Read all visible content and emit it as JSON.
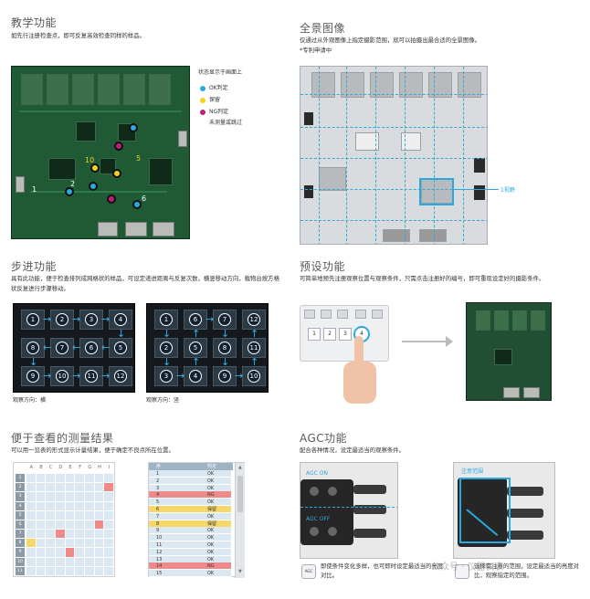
{
  "teaching": {
    "title": "教学功能",
    "desc": "如先行注册检查点，即可反复高效检查同样的样品。",
    "legend_title": "状态显示于画面上",
    "legend": [
      {
        "label": "OK判定",
        "color": "#2aa9e0"
      },
      {
        "label": "保留",
        "color": "#f5d21a"
      },
      {
        "label": "NG判定",
        "color": "#c21d7a"
      },
      {
        "label": "未测量或跳过",
        "color": ""
      }
    ],
    "markers": [
      "10",
      "5",
      "6",
      "2",
      "1"
    ]
  },
  "panorama": {
    "title": "全景图像",
    "desc1": "仅通过从外观图像上指定摄影范围，就可以拍摄出最合适的全景图像。",
    "desc2": "*专利申请中",
    "view_label": "1视野"
  },
  "step": {
    "title": "步进功能",
    "desc": "具有此功能，便于检查排列成网格状的样品，可设定递进距离与反复次数，横竖移动方向，载物台按方格状反复进行步骤移动。",
    "caption_h": "观察方向：横",
    "caption_v": "观察方向：竖",
    "grid_h": [
      "1",
      "2",
      "3",
      "4",
      "8",
      "7",
      "6",
      "5",
      "9",
      "10",
      "11",
      "12"
    ],
    "grid_v": [
      "1",
      "6",
      "7",
      "12",
      "2",
      "5",
      "8",
      "11",
      "3",
      "4",
      "9",
      "10"
    ]
  },
  "preset": {
    "title": "预设功能",
    "desc": "可简单地预先注册观察位置与观察条件，只需点击注册好的编号，即可重现设定好的摄影条件。",
    "buttons": [
      "1",
      "2",
      "3",
      "4"
    ]
  },
  "results": {
    "title": "便于查看的测量结果",
    "desc": "可以用一览表的形式显示计量结果，便于确定不良点所在位置。",
    "col_headers": [
      "A",
      "B",
      "C",
      "D",
      "E",
      "F",
      "G",
      "H",
      "I"
    ],
    "row_headers": [
      "1",
      "2",
      "3",
      "4",
      "5",
      "6",
      "7",
      "8",
      "9",
      "10",
      "11"
    ],
    "list_header": [
      "序",
      "判定"
    ],
    "list": [
      {
        "n": "1",
        "v": "OK",
        "s": "ok"
      },
      {
        "n": "2",
        "v": "OK",
        "s": "ok"
      },
      {
        "n": "3",
        "v": "OK",
        "s": "ok"
      },
      {
        "n": "4",
        "v": "NG",
        "s": "ng"
      },
      {
        "n": "5",
        "v": "OK",
        "s": "ok"
      },
      {
        "n": "6",
        "v": "保留",
        "s": "hold"
      },
      {
        "n": "7",
        "v": "OK",
        "s": "ok"
      },
      {
        "n": "8",
        "v": "保留",
        "s": "hold"
      },
      {
        "n": "9",
        "v": "OK",
        "s": "ok"
      },
      {
        "n": "10",
        "v": "OK",
        "s": "ok"
      },
      {
        "n": "11",
        "v": "OK",
        "s": "ok"
      },
      {
        "n": "12",
        "v": "OK",
        "s": "ok"
      },
      {
        "n": "13",
        "v": "OK",
        "s": "ok"
      },
      {
        "n": "14",
        "v": "NG",
        "s": "ng"
      },
      {
        "n": "15",
        "v": "OK",
        "s": "ok"
      }
    ]
  },
  "agc": {
    "title": "AGC功能",
    "desc": "配合各种情况，设定最适当的观察条件。",
    "label_on": "AGC ON",
    "label_off": "AGC OFF",
    "roi_label": "注意范围",
    "caption1": "即使条件变化多样，也可即时设定最适当的亮度对比。",
    "caption2": "选择需注意的范围，设定最适当的亮度对比，观察指定的范围。",
    "icon_label": "AGC",
    "watermark": "公众号 · 仪器仪表"
  }
}
